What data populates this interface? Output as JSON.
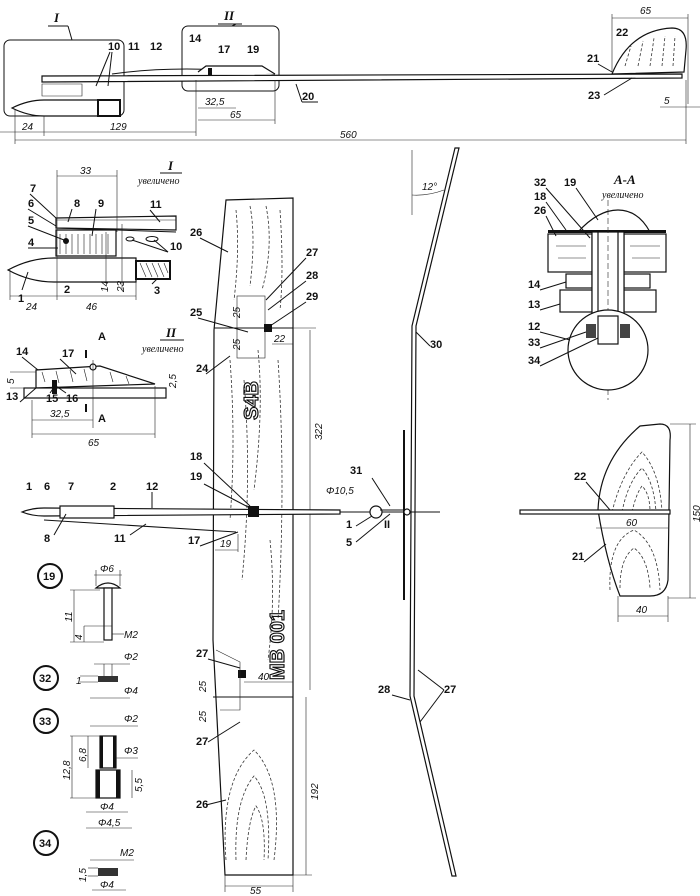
{
  "views": {
    "detail_i_mark": "I",
    "detail_ii_mark": "II",
    "enlarged": "увеличено",
    "section_title": "А-А",
    "section_sub": "увеличено",
    "cut_mark": "А"
  },
  "side_view": {
    "parts": [
      "10",
      "11",
      "12",
      "14",
      "17",
      "19",
      "20",
      "21",
      "22",
      "23"
    ],
    "dims": [
      "24",
      "129",
      "560",
      "32,5",
      "65",
      "65",
      "5"
    ]
  },
  "detail_i": {
    "parts": [
      "7",
      "6",
      "5",
      "4",
      "8",
      "9",
      "11",
      "10",
      "1",
      "2",
      "3"
    ],
    "dims": [
      "33",
      "24",
      "46",
      "14",
      "23"
    ]
  },
  "detail_ii": {
    "parts": [
      "14",
      "17",
      "13",
      "15",
      "16"
    ],
    "dims": [
      "5",
      "2,5",
      "32,5",
      "65"
    ]
  },
  "plan_view": {
    "parts": [
      "1",
      "6",
      "7",
      "2",
      "12",
      "8",
      "11",
      "19",
      "17",
      "18"
    ],
    "dims": [
      "19"
    ]
  },
  "wing": {
    "parts": [
      "26",
      "27",
      "28",
      "29",
      "25",
      "24",
      "27",
      "27",
      "26"
    ],
    "dims": [
      "25",
      "25",
      "22",
      "322",
      "25",
      "25",
      "40",
      "192",
      "55"
    ],
    "marking_top": "S4B",
    "marking_bottom": "MB 001"
  },
  "front_view": {
    "parts": [
      "30",
      "31",
      "1",
      "5",
      "II",
      "28",
      "27"
    ],
    "dims": [
      "12°",
      "Φ10,5"
    ]
  },
  "section_aa": {
    "parts": [
      "32",
      "19",
      "18",
      "26",
      "14",
      "13",
      "12",
      "33",
      "34"
    ]
  },
  "stabilizer": {
    "parts": [
      "22",
      "21"
    ],
    "dims": [
      "60",
      "150",
      "40"
    ]
  },
  "details": {
    "p19": {
      "num": "19",
      "dims": [
        "Φ6",
        "11",
        "4",
        "M2"
      ]
    },
    "p32": {
      "num": "32",
      "dims": [
        "Φ2",
        "1",
        "Φ4"
      ]
    },
    "p33": {
      "num": "33",
      "dims": [
        "Φ2",
        "12,8",
        "6,8",
        "Φ3",
        "5,5",
        "Φ4",
        "Φ4,5"
      ]
    },
    "p34": {
      "num": "34",
      "dims": [
        "M2",
        "1,5",
        "Φ4"
      ]
    }
  }
}
